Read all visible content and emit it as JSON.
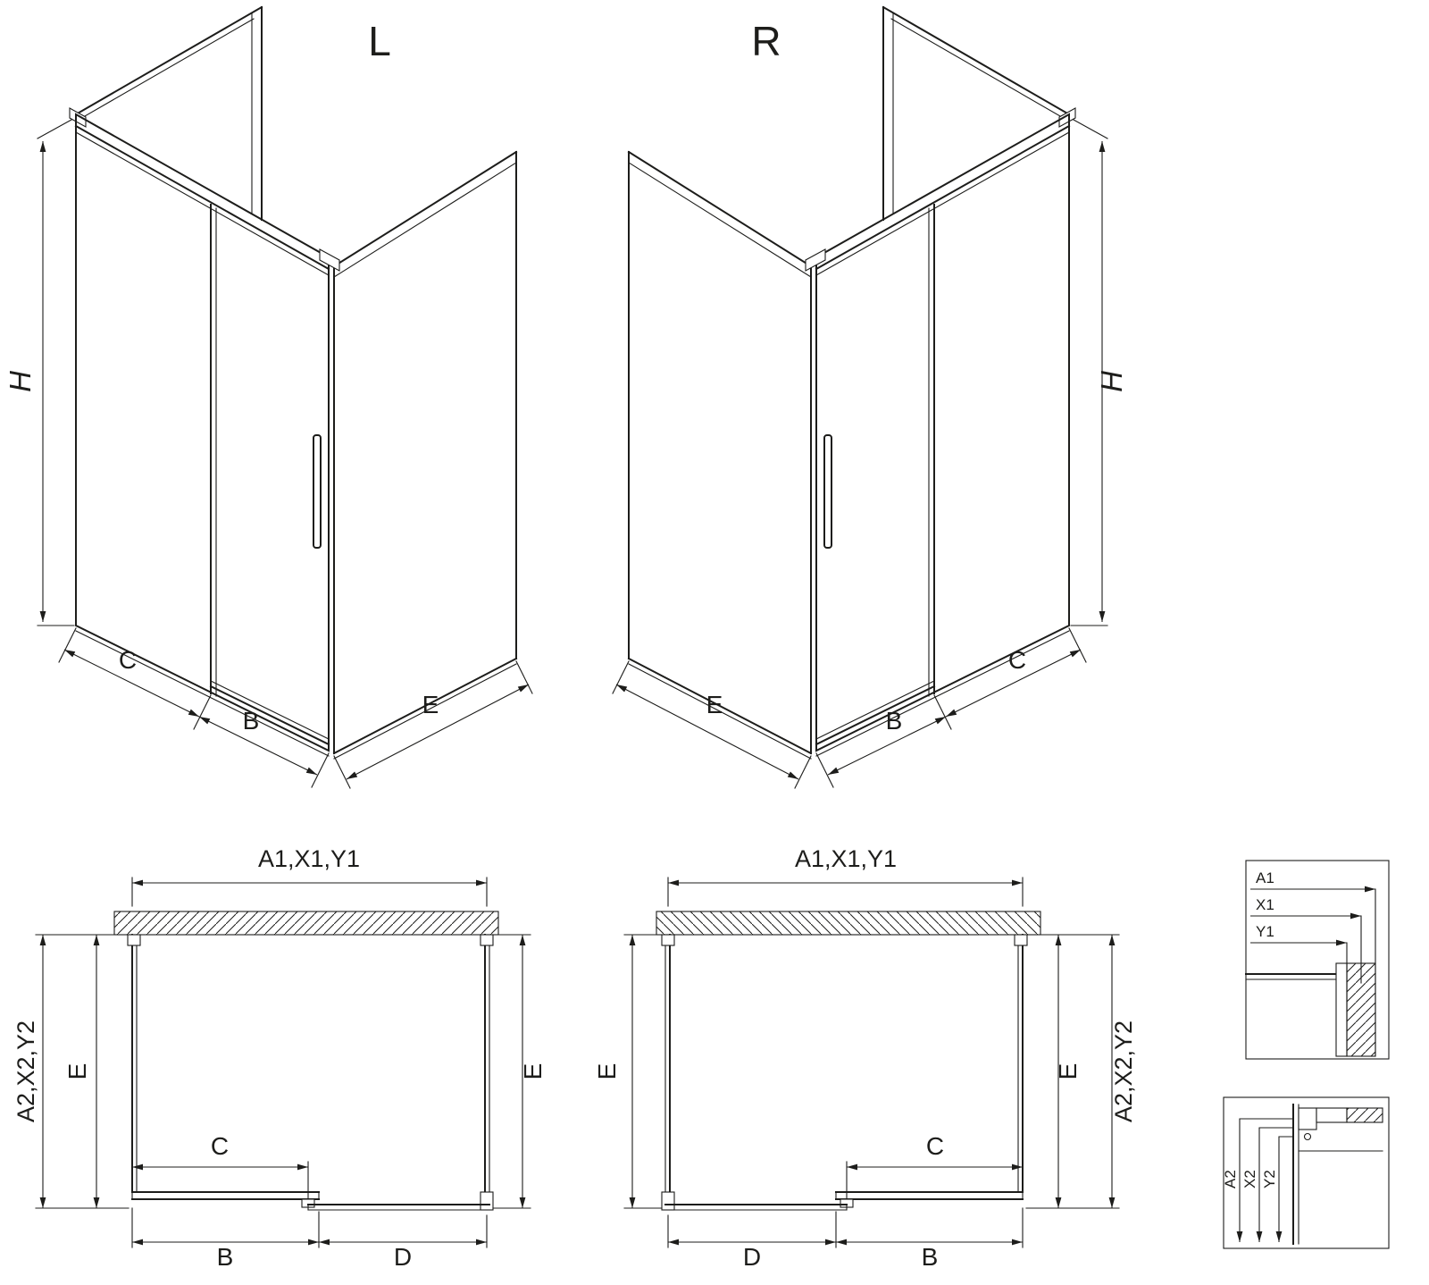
{
  "iso_left": {
    "label": "L",
    "dim_height": "H",
    "dim_fixed": "C",
    "dim_door": "B",
    "dim_side": "E"
  },
  "iso_right": {
    "label": "R",
    "dim_height": "H",
    "dim_fixed": "C",
    "dim_door": "B",
    "dim_side": "E"
  },
  "plan_left": {
    "dim_width": "A1,X1,Y1",
    "dim_depth": "A2,X2,Y2",
    "dim_e_left": "E",
    "dim_e_right": "E",
    "dim_c": "C",
    "dim_b": "B",
    "dim_d": "D"
  },
  "plan_right": {
    "dim_width": "A1,X1,Y1",
    "dim_depth": "A2,X2,Y2",
    "dim_e_left": "E",
    "dim_e_right": "E",
    "dim_c": "C",
    "dim_b": "B",
    "dim_d": "D"
  },
  "detail_wall": {
    "labels": [
      "A1",
      "X1",
      "Y1"
    ]
  },
  "detail_floor": {
    "labels": [
      "A2",
      "X2",
      "Y2"
    ]
  },
  "colors": {
    "line": "#1d1d1b",
    "background": "#ffffff"
  }
}
